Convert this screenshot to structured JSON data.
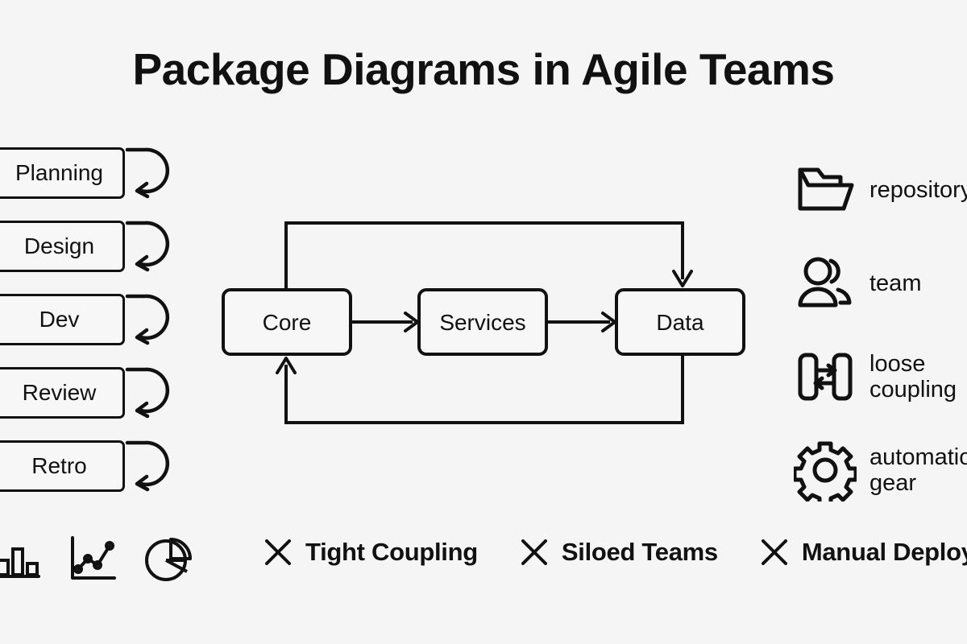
{
  "page": {
    "title": "Package Diagrams in Agile Teams",
    "background_color": "#f5f5f5",
    "ink_color": "#111111"
  },
  "stages": {
    "name": "agile-cycle-stages",
    "items": [
      {
        "label": "Planning",
        "loop_icon": "self-loop-arrow-icon"
      },
      {
        "label": "Design",
        "loop_icon": "self-loop-arrow-icon"
      },
      {
        "label": "Dev",
        "loop_icon": "self-loop-arrow-icon"
      },
      {
        "label": "Review",
        "loop_icon": "self-loop-arrow-icon"
      },
      {
        "label": "Retro",
        "loop_icon": "self-loop-arrow-icon"
      }
    ]
  },
  "package_diagram": {
    "nodes": [
      {
        "id": "core",
        "label": "Core"
      },
      {
        "id": "services",
        "label": "Services"
      },
      {
        "id": "data",
        "label": "Data"
      }
    ],
    "edges": [
      {
        "from": "core",
        "to": "services",
        "style": "straight-arrow"
      },
      {
        "from": "services",
        "to": "data",
        "style": "straight-arrow"
      },
      {
        "from": "core",
        "to": "data",
        "style": "top-routed-arrow"
      },
      {
        "from": "data",
        "to": "core",
        "style": "bottom-routed-arrow"
      }
    ]
  },
  "legend": {
    "items": [
      {
        "icon": "folder-icon",
        "label": "repository"
      },
      {
        "icon": "team-icon",
        "label": "team"
      },
      {
        "icon": "loose-coupling-icon",
        "label": "loose\ncoupling"
      },
      {
        "icon": "gear-icon",
        "label": "automation\ngear"
      }
    ]
  },
  "chart_icons": {
    "items": [
      {
        "icon": "bar-chart-icon"
      },
      {
        "icon": "line-chart-icon"
      },
      {
        "icon": "pie-chart-icon"
      }
    ]
  },
  "antipatterns": {
    "items": [
      {
        "icon": "x-mark-icon",
        "label": "Tight Coupling"
      },
      {
        "icon": "x-mark-icon",
        "label": "Siloed Teams"
      },
      {
        "icon": "x-mark-icon",
        "label": "Manual Deployment"
      }
    ]
  }
}
